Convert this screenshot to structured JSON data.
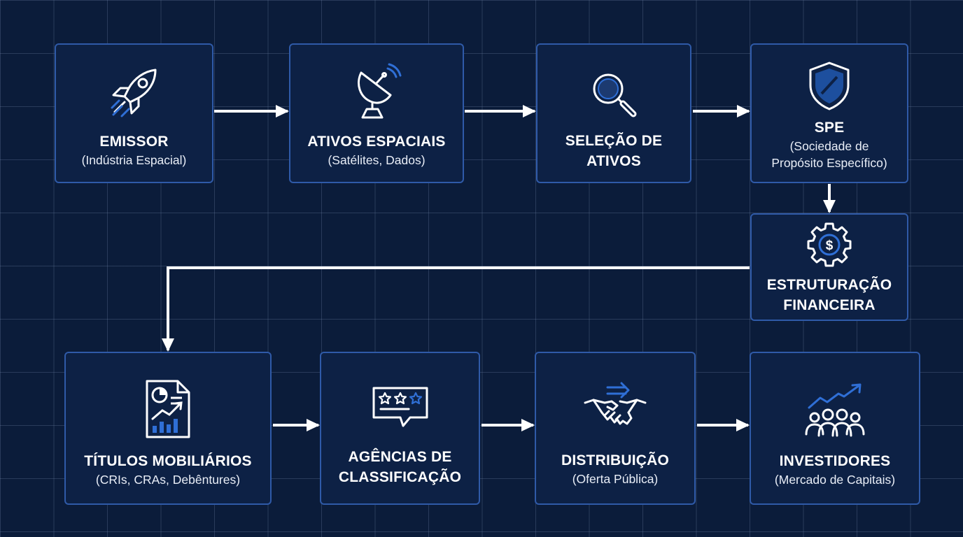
{
  "nodes": {
    "emissor": {
      "title": "EMISSOR",
      "subtitle": "(Indústria Espacial)",
      "icon": "rocket-icon"
    },
    "ativos": {
      "title": "ATIVOS ESPACIAIS",
      "subtitle": "(Satélites, Dados)",
      "icon": "satellite-dish-icon"
    },
    "selecao": {
      "title_line1": "SELEÇÃO DE",
      "title_line2": "ATIVOS",
      "icon": "magnifier-icon"
    },
    "spe": {
      "title": "SPE",
      "subtitle_line1": "(Sociedade de",
      "subtitle_line2": "Propósito Específico)",
      "icon": "shield-icon"
    },
    "estrutura": {
      "title_line1": "ESTRUTURAÇÃO",
      "title_line2": "FINANCEIRA",
      "icon": "gear-dollar-icon"
    },
    "titulos": {
      "title": "TÍTULOS MOBILIÁRIOS",
      "subtitle": "(CRIs, CRAs, Debêntures)",
      "icon": "report-chart-icon"
    },
    "agencias": {
      "title_line1": "AGÊNCIAS DE",
      "title_line2": "CLASSIFICAÇÃO",
      "icon": "rating-stars-icon"
    },
    "distrib": {
      "title": "DISTRIBUIÇÃO",
      "subtitle": "(Oferta Pública)",
      "icon": "handshake-icon"
    },
    "invest": {
      "title": "INVESTIDORES",
      "subtitle": "(Mercado de Capitais)",
      "icon": "investors-growth-icon"
    }
  },
  "colors": {
    "background": "#0b1c3a",
    "box_fill": "#0d2145",
    "box_border": "#2f5aa8",
    "text": "#ffffff",
    "icon_accent": "#2f6fd6",
    "arrow": "#ffffff"
  }
}
